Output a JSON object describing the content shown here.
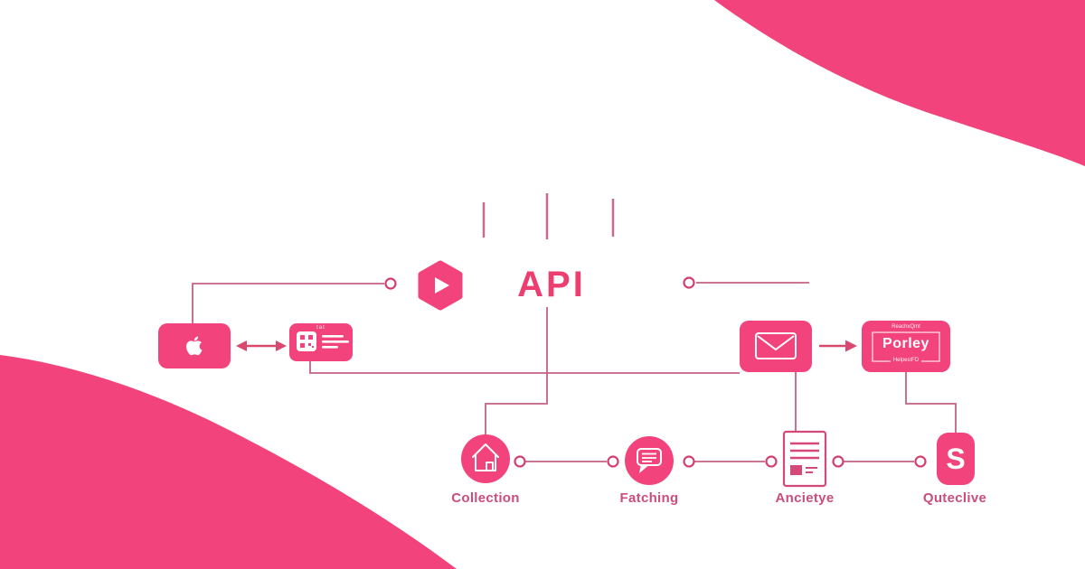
{
  "palette": {
    "accent": "#f2437c",
    "line": "#c36284",
    "circle_stroke": "#d23f72",
    "arrow": "#d8486f",
    "label_text": "#c94d7d",
    "api_text": "#ed3e70",
    "doc_stroke": "#d5497a"
  },
  "header": {
    "api_label": "API"
  },
  "cards": {
    "apple_card": {
      "icon": "apple-logo"
    },
    "qr_card": {
      "top_label": "tat",
      "icon": "qr-code"
    },
    "envelope_card": {
      "icon": "envelope"
    },
    "porley_card": {
      "top_label": "ReachxQmt",
      "title": "Porley",
      "bottom_label": "HelpestFD"
    },
    "s_badge": {
      "letter": "S"
    },
    "hexagon": {
      "icon": "play"
    }
  },
  "bottom_row": [
    {
      "label": "Collection",
      "icon": "house-icon"
    },
    {
      "label": "Fatching",
      "icon": "chat-bubble-icon"
    },
    {
      "label": "Ancietye",
      "icon": "document-icon"
    },
    {
      "label": "Quteclive",
      "icon": "s-badge-icon"
    }
  ]
}
